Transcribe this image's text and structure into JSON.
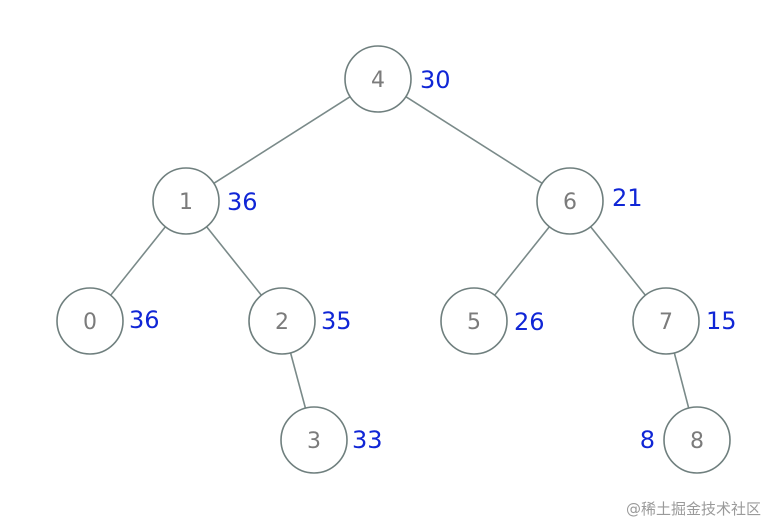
{
  "tree": {
    "nodes": [
      {
        "id": "4",
        "key": "4",
        "value": "30"
      },
      {
        "id": "1",
        "key": "1",
        "value": "36"
      },
      {
        "id": "6",
        "key": "6",
        "value": "21"
      },
      {
        "id": "0",
        "key": "0",
        "value": "36"
      },
      {
        "id": "2",
        "key": "2",
        "value": "35"
      },
      {
        "id": "5",
        "key": "5",
        "value": "26"
      },
      {
        "id": "7",
        "key": "7",
        "value": "15"
      },
      {
        "id": "3",
        "key": "3",
        "value": "33"
      },
      {
        "id": "8",
        "key": "8",
        "value": "8"
      }
    ],
    "edges": [
      [
        "4",
        "1"
      ],
      [
        "4",
        "6"
      ],
      [
        "1",
        "0"
      ],
      [
        "1",
        "2"
      ],
      [
        "6",
        "5"
      ],
      [
        "6",
        "7"
      ],
      [
        "2",
        "3"
      ],
      [
        "7",
        "8"
      ]
    ]
  },
  "watermark": "@稀土掘金技术社区"
}
